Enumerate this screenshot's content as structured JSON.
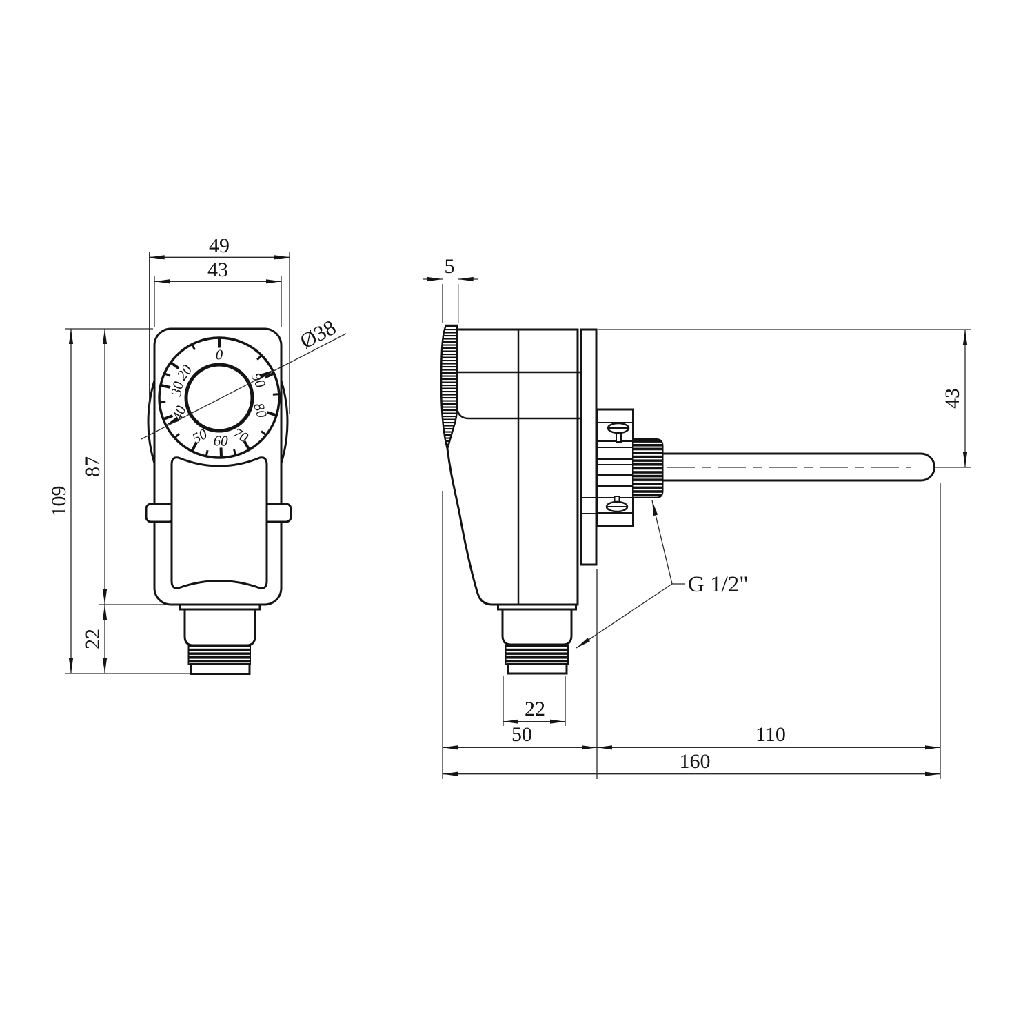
{
  "page": {
    "background": "#ffffff",
    "line_color": "#141414"
  },
  "views": {
    "front": {
      "dial": {
        "labels": [
          "0",
          "20",
          "30",
          "40",
          "50",
          "60",
          "70",
          "80",
          "90"
        ],
        "label_angles_deg": [
          0,
          306,
          282,
          249,
          207,
          178,
          150,
          107,
          66
        ],
        "minor_tick_angles_deg": [
          45,
          86.5,
          128.5,
          164,
          192.5,
          228,
          265.5,
          294,
          333
        ]
      },
      "dims": {
        "outer_width": "49",
        "body_width": "43",
        "dial_diameter": "Ø38",
        "overall_height": "109",
        "body_height": "87",
        "thread_height": "22"
      }
    },
    "side": {
      "dims": {
        "knob_thickness": "5",
        "probe_axis_offset": "43",
        "thread_size_label": "G 1/2\"",
        "bottom_thread_width": "22",
        "housing_depth": "50",
        "probe_length": "110",
        "overall_length": "160"
      }
    }
  }
}
